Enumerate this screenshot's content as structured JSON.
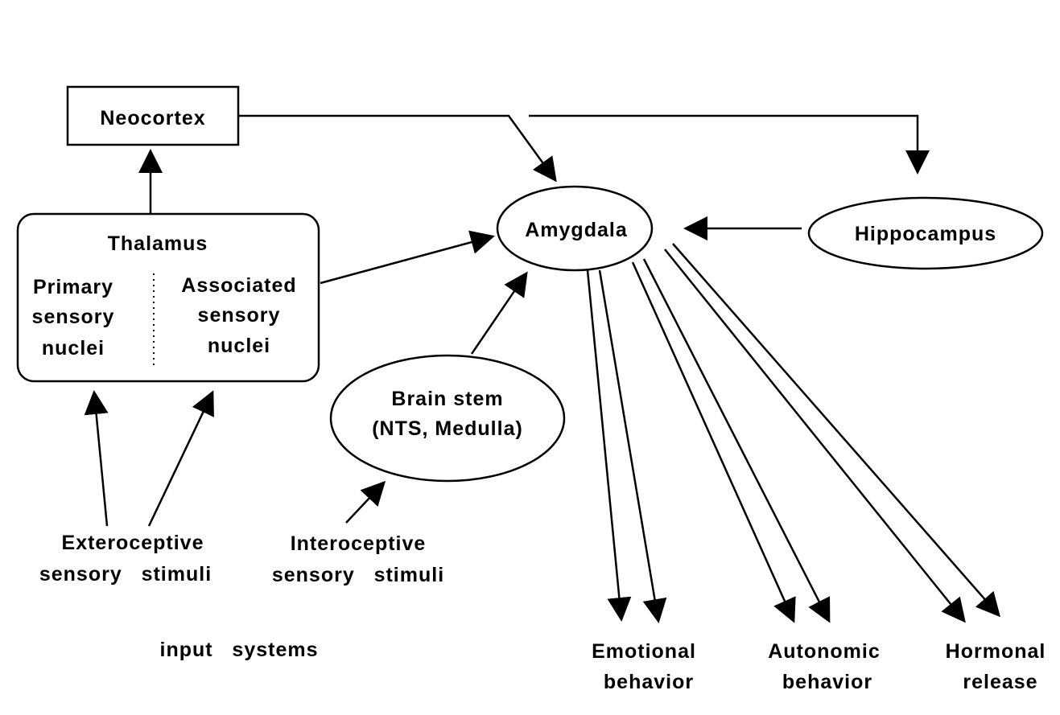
{
  "nodes": {
    "neocortex": {
      "label": "Neocortex"
    },
    "thalamus": {
      "title": "Thalamus",
      "left_lines": [
        "Primary",
        "sensory",
        "nuclei"
      ],
      "right_lines": [
        "Associated",
        "sensory",
        "nuclei"
      ]
    },
    "amygdala": {
      "label": "Amygdala"
    },
    "hippocampus": {
      "label": "Hippocampus"
    },
    "brainstem": {
      "lines": [
        "Brain  stem",
        "(NTS,  Medulla)"
      ]
    }
  },
  "inputs": {
    "exteroceptive": {
      "lines": [
        "Exteroceptive",
        "sensory   stimuli"
      ]
    },
    "interoceptive": {
      "lines": [
        "Interoceptive",
        "sensory   stimuli"
      ]
    },
    "caption": "input   systems"
  },
  "outputs": {
    "emotional": {
      "lines": [
        "Emotional",
        "behavior"
      ]
    },
    "autonomic": {
      "lines": [
        "Autonomic",
        "behavior"
      ]
    },
    "hormonal": {
      "lines": [
        "Hormonal",
        "release"
      ]
    }
  },
  "colors": {
    "ink": "#000000",
    "background": "#ffffff"
  }
}
